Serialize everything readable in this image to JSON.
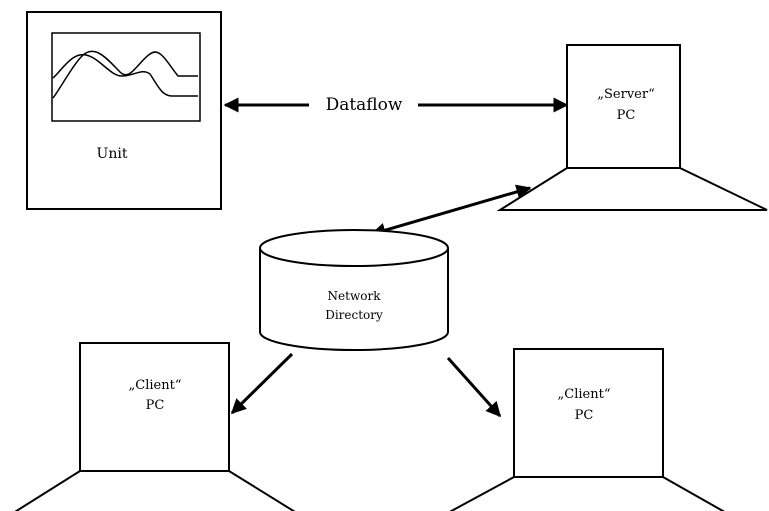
{
  "diagram": {
    "unit_label": "Unit",
    "dataflow_label": "Dataflow",
    "server": {
      "line1": "„Server“",
      "line2": "PC"
    },
    "network_directory": {
      "line1": "Network",
      "line2": "Directory"
    },
    "client_left": {
      "line1": "„Client“",
      "line2": "PC"
    },
    "client_right": {
      "line1": "„Client“",
      "line2": "PC"
    }
  }
}
